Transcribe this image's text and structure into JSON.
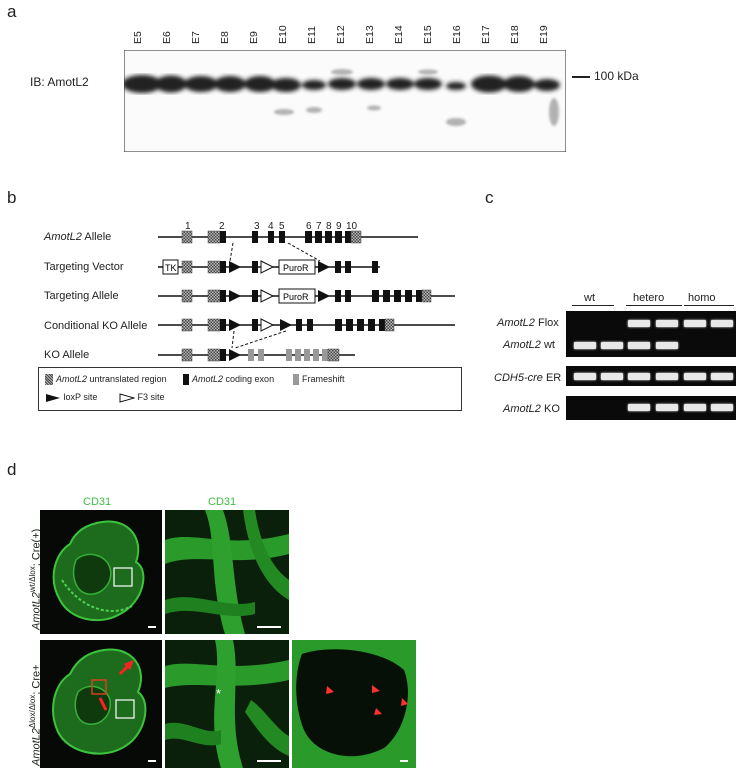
{
  "panels": {
    "a": {
      "letter": "a",
      "blot_label": "IB: AmotL2",
      "lanes": [
        "E5",
        "E6",
        "E7",
        "E8",
        "E9",
        "E10",
        "E11",
        "E12",
        "E13",
        "E14",
        "E15",
        "E16",
        "E17",
        "E18",
        "E19"
      ],
      "marker": "100 kDa"
    },
    "b": {
      "letter": "b",
      "exon_numbers": [
        "1",
        "2",
        "3",
        "4",
        "5",
        "6",
        "7",
        "8",
        "9",
        "10"
      ],
      "rows": [
        {
          "italic": "AmotL2",
          "label": " Allele"
        },
        {
          "italic": "",
          "label": "Targeting Vector"
        },
        {
          "italic": "",
          "label": "Targeting Allele"
        },
        {
          "italic": "",
          "label": "Conditional KO Allele"
        },
        {
          "italic": "",
          "label": "KO Allele"
        }
      ],
      "tk": "TK",
      "puro": "PuroR",
      "legend": {
        "utr_italic": "AmotL2",
        "utr": " untranslated region",
        "coding_italic": "AmotL2",
        "coding": " coding exon",
        "frameshift": "Frameshift",
        "loxp": "loxP site",
        "f3": "F3 site"
      }
    },
    "c": {
      "letter": "c",
      "groups": [
        "wt",
        "hetero",
        "homo"
      ],
      "gel_labels": [
        {
          "italic": "AmotL2",
          "suffix": " Flox"
        },
        {
          "italic": "AmotL2",
          "suffix": " wt"
        },
        {
          "italic": "CDH5-cre",
          "suffix": " ER"
        },
        {
          "italic": "AmotL2",
          "suffix": " KO"
        }
      ]
    },
    "d": {
      "letter": "d",
      "cd31": "CD31",
      "row1_label": {
        "italic": "AmotL2",
        "sup": "wt/Δlox",
        "suffix": "; Cre(+)"
      },
      "row2_label": {
        "italic": "AmotL2",
        "sup": "Δlox/Δlox",
        "suffix": "; Cre+"
      },
      "asterisk": "*"
    }
  }
}
